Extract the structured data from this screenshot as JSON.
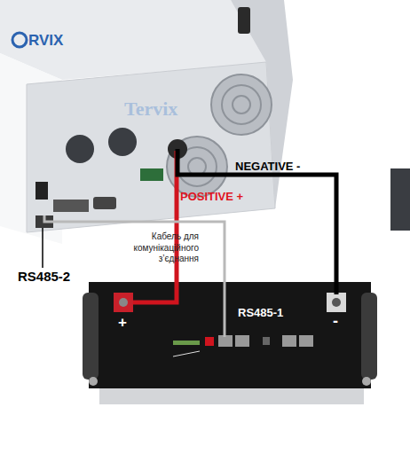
{
  "diagram": {
    "nodes": [
      {
        "text": [
          "RS485-2"
        ]
      },
      {
        "text": [
          "+",
          "RS485-1",
          "-"
        ]
      }
    ],
    "edges": [
      {
        "from": 0,
        "to": 1,
        "arrow": "none",
        "label": "POSITIVE +"
      },
      {
        "from": 0,
        "to": 1,
        "arrow": "none",
        "label": "NEGATIVE -"
      },
      {
        "from": 0,
        "to": 1,
        "arrow": "none",
        "label": "Кабель для комунікаційного з’єднання"
      }
    ],
    "labels": [
      "RVIX",
      "Tervix"
    ]
  }
}
